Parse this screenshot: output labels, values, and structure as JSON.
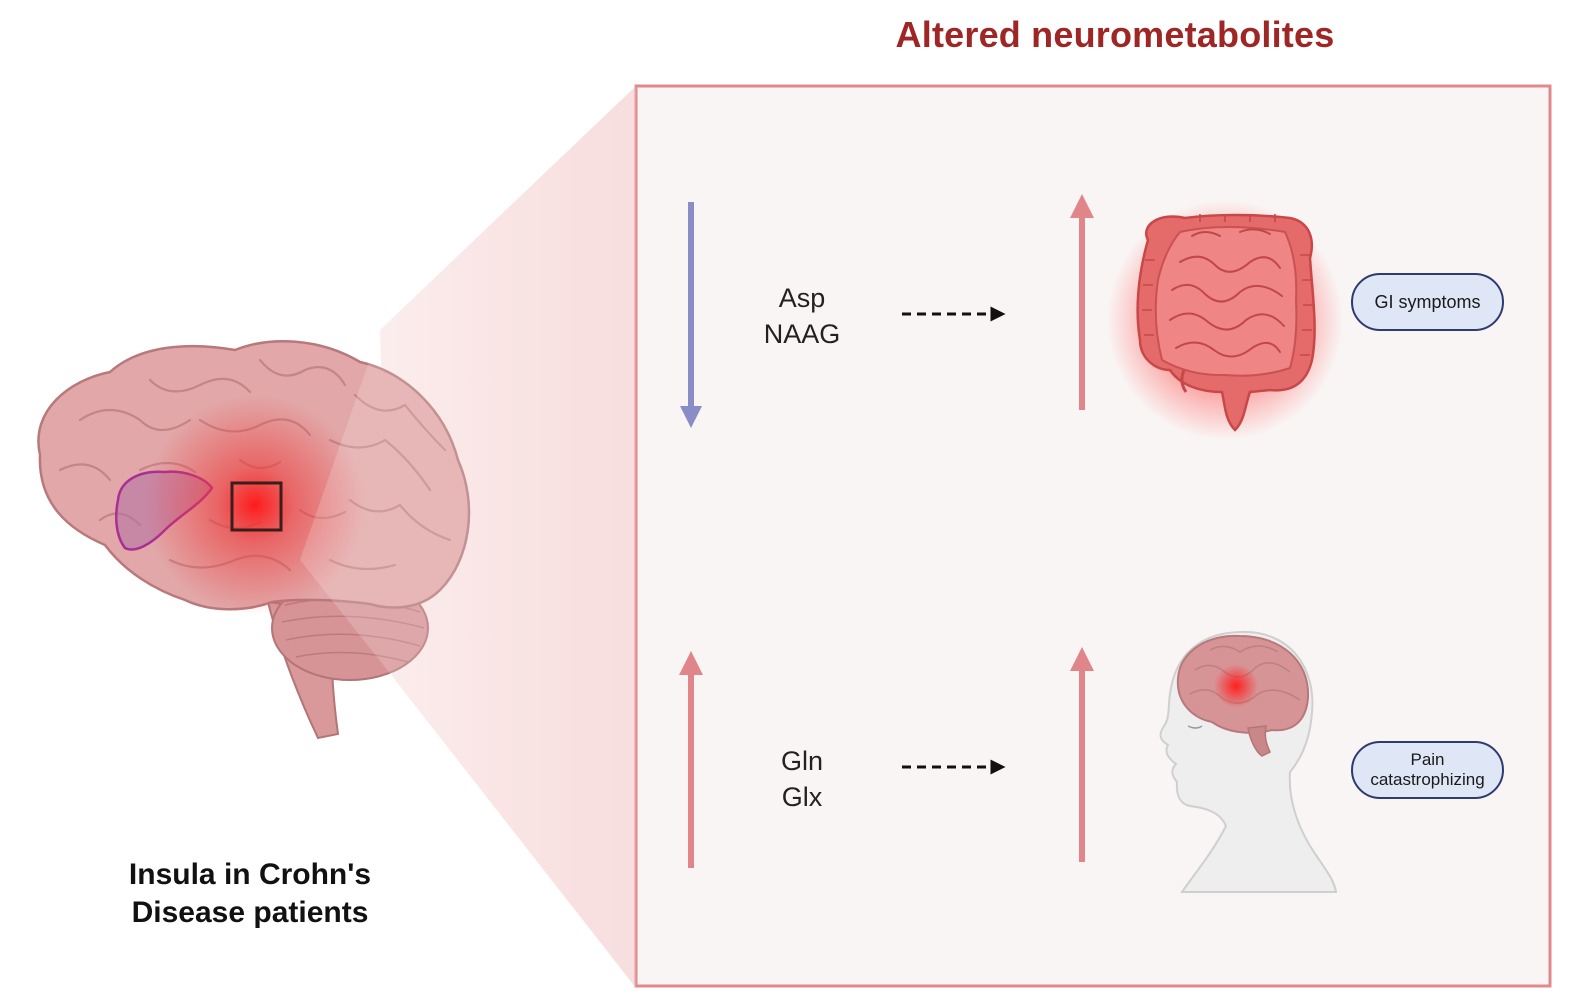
{
  "title": "Altered neurometabolites",
  "caption": {
    "line1": "Insula in Crohn's",
    "line2": "Disease patients"
  },
  "rows": [
    {
      "metabolites": [
        "Asp",
        "NAAG"
      ],
      "metabolite_change": "decreased",
      "outcome_change": "increased",
      "outcome": "GI symptoms"
    },
    {
      "metabolites": [
        "Gln",
        "Glx"
      ],
      "metabolite_change": "increased",
      "outcome_change": "increased",
      "outcome_lines": [
        "Pain",
        "catastrophizing"
      ]
    }
  ],
  "colors": {
    "title": "#9e2624",
    "panel_border": "#e08a8c",
    "panel_fill": "#f9f5f4",
    "increase_arrow": "#e08589",
    "decrease_arrow": "#8a8cc6",
    "pill_border": "#2e3b6e",
    "pill_fill": "#dfe6f5"
  },
  "icons": [
    "brain-illustration",
    "insula-highlight",
    "intestine-illustration",
    "head-profile-illustration",
    "dashed-arrow-icon"
  ]
}
